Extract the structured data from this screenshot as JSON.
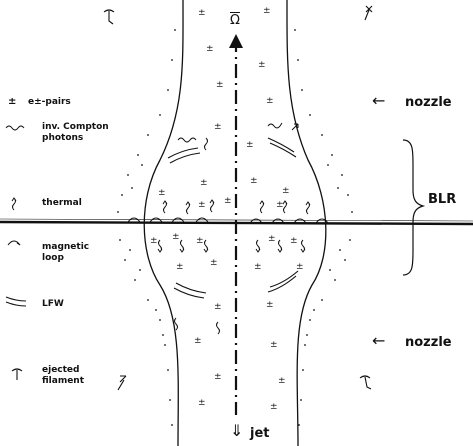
{
  "symbols": {
    "plus_minus": "±",
    "down_arrow": "⇓",
    "left_arrow": "←",
    "omega": "Ω"
  },
  "legend": {
    "pairs": "e±-pairs",
    "compton_line1": "inv. Compton",
    "compton_line2": "photons",
    "thermal": "thermal",
    "magnetic_line1": "magnetic",
    "magnetic_line2": "loop",
    "lfw": "LFW",
    "ejected_line1": "ejected",
    "ejected_line2": "filament"
  },
  "labels": {
    "nozzle_top": "nozzle",
    "nozzle_bottom": "nozzle",
    "blr": "BLR",
    "jet": "jet"
  },
  "colors": {
    "ink": "#111111",
    "background": "#ffffff"
  }
}
